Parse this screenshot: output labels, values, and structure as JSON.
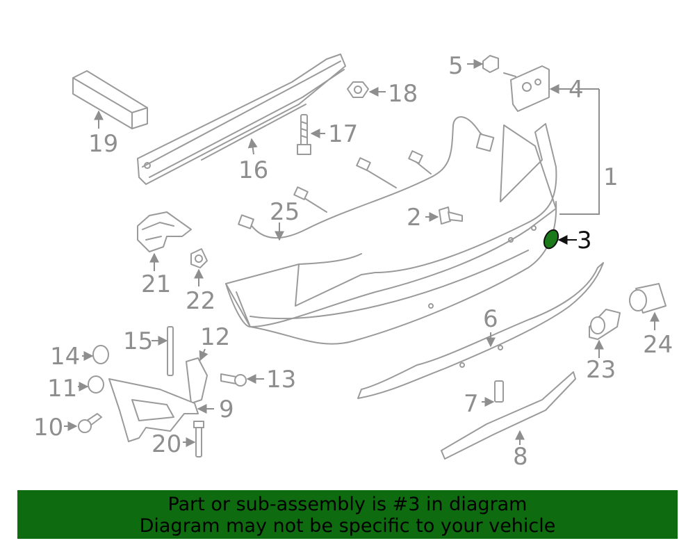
{
  "diagram": {
    "callouts": [
      "1",
      "2",
      "3",
      "4",
      "5",
      "6",
      "7",
      "8",
      "9",
      "10",
      "11",
      "12",
      "13",
      "14",
      "15",
      "16",
      "17",
      "18",
      "19",
      "20",
      "21",
      "22",
      "23",
      "24",
      "25"
    ],
    "highlight_callout": "3",
    "colors": {
      "line": "#9a9a9a",
      "highlight_fill": "#1a7a1a",
      "banner": "#0f6b0f"
    }
  },
  "banner": {
    "line1": "Part or sub-assembly is #3 in diagram",
    "line2": "Diagram may not be specific to your vehicle"
  }
}
